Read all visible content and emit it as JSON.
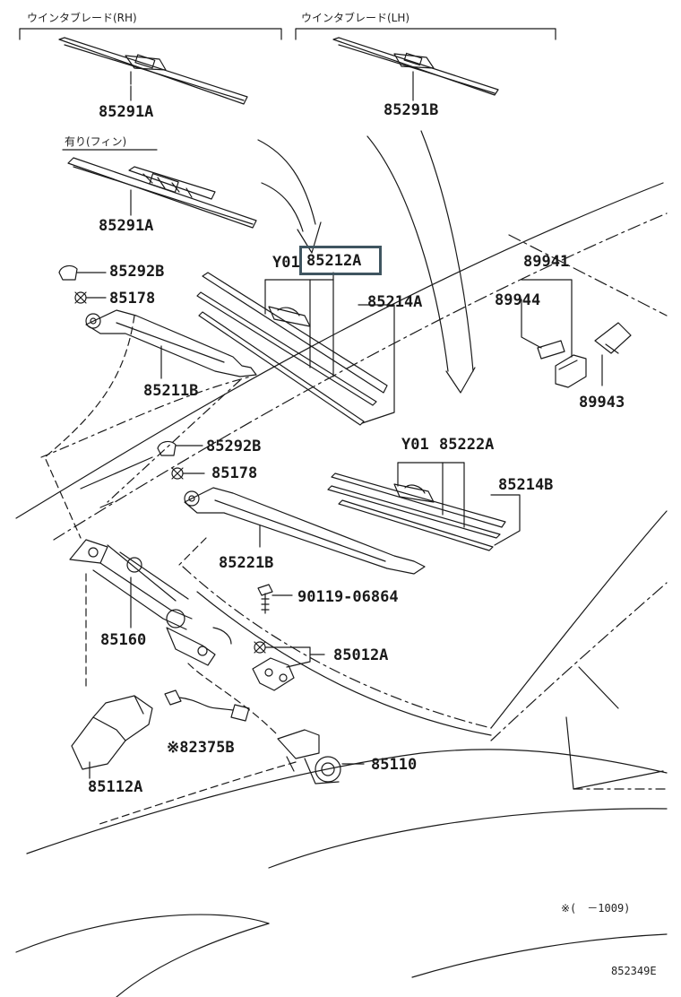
{
  "headers": {
    "rh_blade": "ウインタブレード(RH)",
    "lh_blade": "ウインタブレード(LH)",
    "with_fin": "有り(フィン)"
  },
  "labels": {
    "p85291A_1": "85291A",
    "p85291B": "85291B",
    "p85291A_2": "85291A",
    "p89941": "89941",
    "p89944": "89944",
    "p89943": "89943",
    "y01_a": "Y01",
    "p85212A": "85212A",
    "p85214A": "85214A",
    "p85292B_1": "85292B",
    "p85178_1": "85178",
    "p85211B": "85211B",
    "p85292B_2": "85292B",
    "p85178_2": "85178",
    "y01_b": "Y01",
    "p85222A": "85222A",
    "p85214B": "85214B",
    "p85221B": "85221B",
    "p90119": "90119-06864",
    "p85160": "85160",
    "p85012A": "85012A",
    "p82375B": "※82375B",
    "p85110": "85110",
    "p85112A": "85112A"
  },
  "note": "※(　－1009)",
  "diagram_code": "852349E",
  "highlighted_part": "85212A",
  "colors": {
    "highlight": "#3f5560",
    "line": "#1a1a1a"
  }
}
